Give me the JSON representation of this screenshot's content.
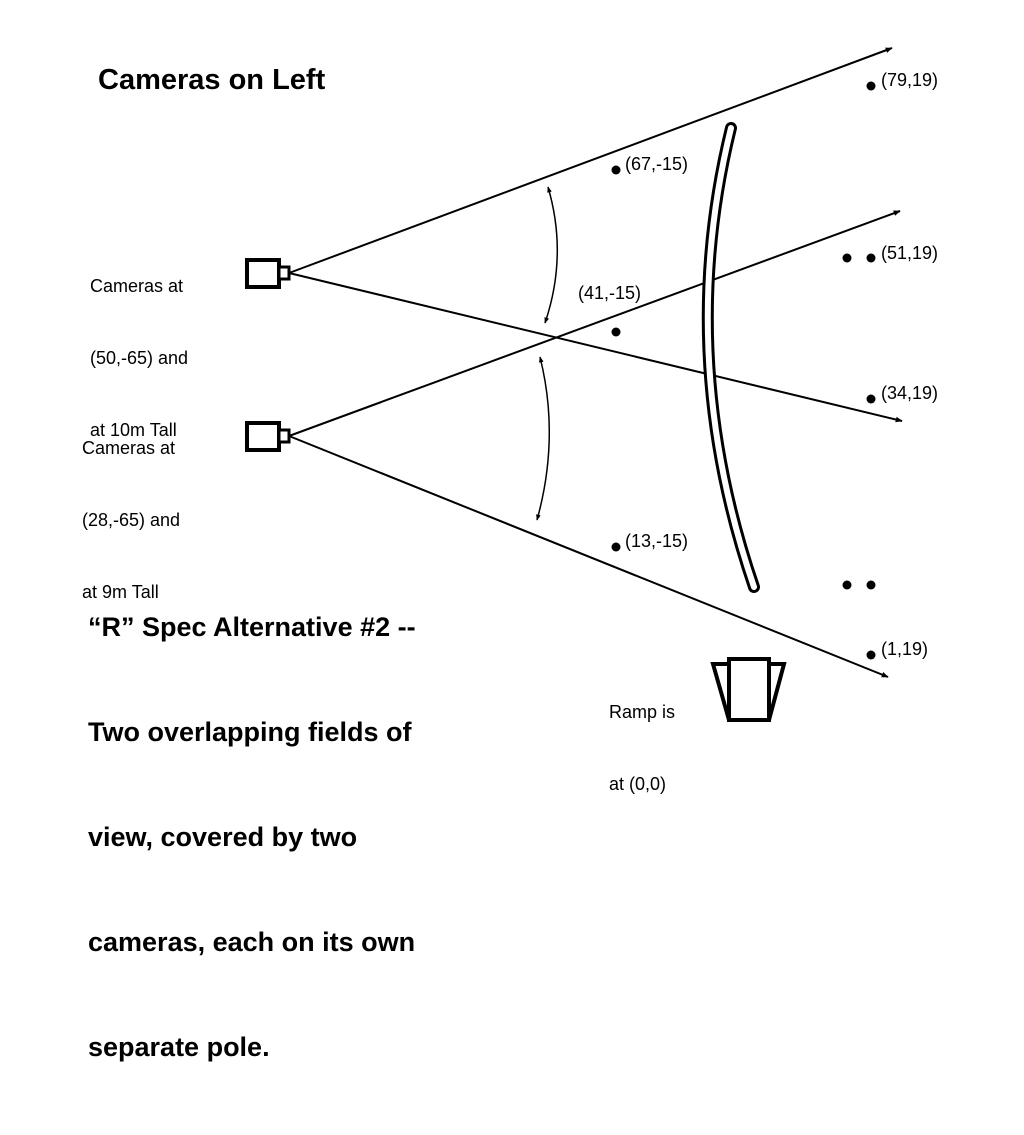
{
  "title": "Cameras on Left",
  "cameras": [
    {
      "name": "top-camera",
      "label_lines": [
        "Cameras at",
        "(50,-65) and",
        "at 10m Tall"
      ]
    },
    {
      "name": "bottom-camera",
      "label_lines": [
        "Cameras at",
        "(28,-65) and",
        "at 9m Tall"
      ]
    }
  ],
  "points": [
    {
      "label": "(79,19)"
    },
    {
      "label": "(67,-15)"
    },
    {
      "label": "(51,19)"
    },
    {
      "label": "(41,-15)"
    },
    {
      "label": "(34,19)"
    },
    {
      "label": "(13,-15)"
    },
    {
      "label": "(1,19)"
    }
  ],
  "summary_lines": [
    "“R” Spec Alternative #2 --",
    "Two overlapping fields of",
    "view, covered by two",
    "cameras, each on its own",
    "separate pole."
  ],
  "ramp": {
    "label_lines": [
      "Ramp is",
      "at (0,0)"
    ]
  }
}
